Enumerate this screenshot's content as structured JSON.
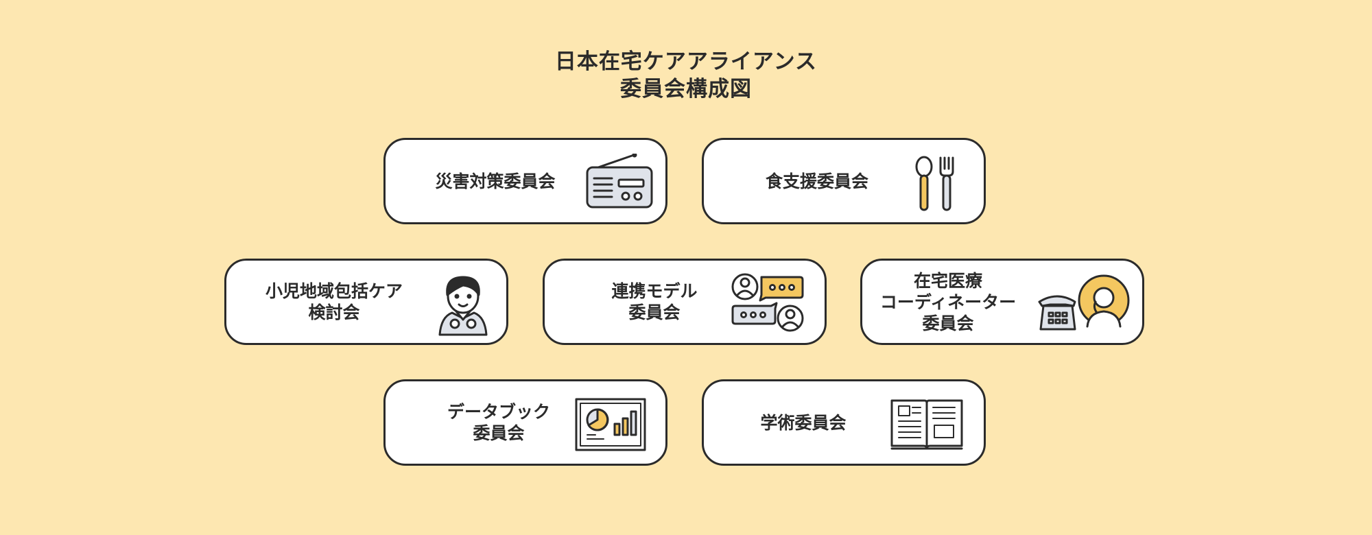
{
  "title": {
    "line1": "日本在宅ケアアライアンス",
    "line2": "委員会構成図"
  },
  "committees": [
    {
      "line1": "災害対策委員会",
      "line2": "",
      "line3": "",
      "icon": "radio-icon"
    },
    {
      "line1": "食支援委員会",
      "line2": "",
      "line3": "",
      "icon": "spoon-fork-icon"
    },
    {
      "line1": "小児地域包括ケア",
      "line2": "検討会",
      "line3": "",
      "icon": "child-icon"
    },
    {
      "line1": "連携モデル",
      "line2": "委員会",
      "line3": "",
      "icon": "chat-people-icon"
    },
    {
      "line1": "在宅医療",
      "line2": "コーディネーター",
      "line3": "委員会",
      "icon": "phone-person-icon"
    },
    {
      "line1": "データブック",
      "line2": "委員会",
      "line3": "",
      "icon": "dashboard-chart-icon"
    },
    {
      "line1": "学術委員会",
      "line2": "",
      "line3": "",
      "icon": "open-book-icon"
    }
  ],
  "colors": {
    "background": "#fde7b1",
    "accent": "#f4c760",
    "outline": "#2b2b2b",
    "gray": "#dfe3ea"
  }
}
